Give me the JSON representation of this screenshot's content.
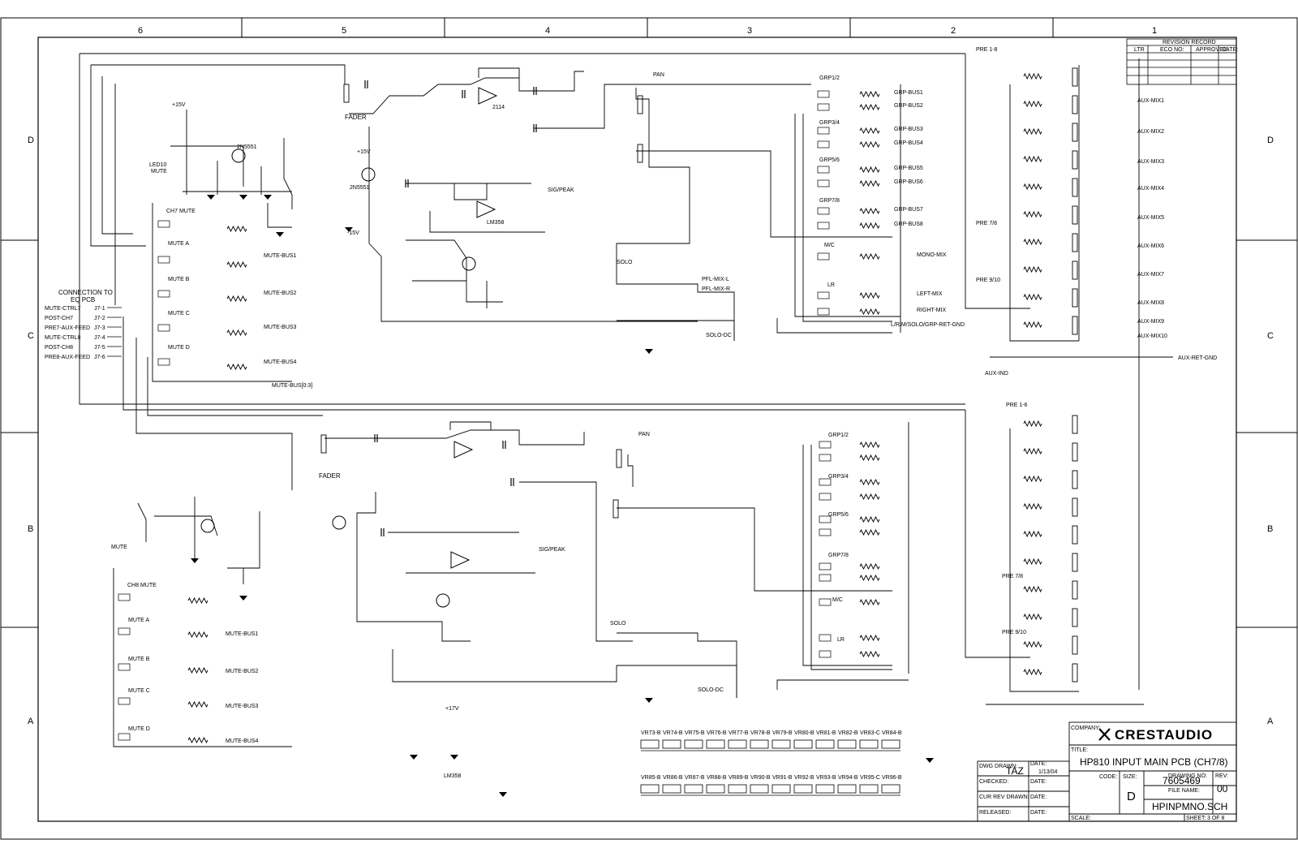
{
  "zones": {
    "cols": [
      "6",
      "5",
      "4",
      "3",
      "2",
      "1"
    ],
    "rows": [
      "D",
      "C",
      "B",
      "A"
    ]
  },
  "ch7": {
    "fader": "FADER",
    "pan": "PAN",
    "solo": "SOLO",
    "mute_title": "CH7 MUTE",
    "mutes": [
      "MUTE A",
      "MUTE B",
      "MUTE C",
      "MUTE D"
    ],
    "mute_outs": [
      "MUTE-BUS1",
      "MUTE-BUS2",
      "MUTE-BUS3",
      "MUTE-BUS4"
    ],
    "mute_bus": "MUTE-BUS[0:3]",
    "led": "LED10",
    "led_mute": "MUTE",
    "transistor": "2N5551",
    "opamp": "LM358",
    "ic": "2114",
    "sig_peak": "SIG/PEAK",
    "pre18": "PRE 1-8",
    "pre78": "PRE 7/8",
    "pre910": "PRE 9/10",
    "grp": [
      "GRP1/2",
      "GRP3/4",
      "GRP5/6",
      "GRP7/8",
      "M/C",
      "LR"
    ],
    "grp_outs": [
      "GRP-BUS1",
      "GRP-BUS2",
      "GRP-BUS3",
      "GRP-BUS4",
      "GRP-BUS5",
      "GRP-BUS6",
      "GRP-BUS7",
      "GRP-BUS8",
      "MONO-MIX",
      "LEFT-MIX",
      "RIGHT-MIX"
    ],
    "aux_outs": [
      "AUX-MIX1",
      "AUX-MIX2",
      "AUX-MIX3",
      "AUX-MIX4",
      "AUX-MIX5",
      "AUX-MIX6",
      "AUX-MIX7",
      "AUX-MIX8",
      "AUX-MIX9",
      "AUX-MIX10"
    ],
    "pfl": [
      "PFL-MIX-L",
      "PFL-MIX-R"
    ],
    "solo_out": "SOLO-DC",
    "lrm": "L/R/M/SOLO/GRP-RET-GND",
    "aux_ret": "AUX-RET-GND"
  },
  "ch8": {
    "fader": "FADER",
    "pan": "PAN",
    "solo": "SOLO",
    "mute_title": "CH8 MUTE",
    "mutes": [
      "MUTE A",
      "MUTE B",
      "MUTE C",
      "MUTE D"
    ],
    "mute_outs": [
      "MUTE-BUS1",
      "MUTE-BUS2",
      "MUTE-BUS3",
      "MUTE-BUS4"
    ],
    "led_mute": "MUTE",
    "sig_peak": "SIG/PEAK",
    "pre16": "PRE 1-6",
    "pre78": "PRE 7/8",
    "pre910": "PRE 9/10",
    "grp": [
      "GRP1/2",
      "GRP3/4",
      "GRP5/6",
      "GRP7/8",
      "M/C",
      "LR"
    ],
    "solo_out": "SOLO-DC"
  },
  "connection": {
    "title1": "CONNECTION TO",
    "title2": "EQ PCB",
    "pins": [
      "MUTE-CTRL7",
      "POST-CH7",
      "PRE7-AUX-FEED",
      "MUTE-CTRL8",
      "POST-CH8",
      "PRE8-AUX-FEED"
    ],
    "refs": [
      "J7-1",
      "J7-2",
      "J7-3",
      "J7-4",
      "J7-5",
      "J7-6"
    ]
  },
  "revision": {
    "title": "REVISION RECORD",
    "cols": [
      "LTR",
      "ECO NO:",
      "APPROVED:",
      "DATE:"
    ]
  },
  "pots_row1": [
    "VR73-B",
    "VR74-B",
    "VR75-B",
    "VR76-B",
    "VR77-B",
    "VR78-B",
    "VR79-B",
    "VR80-B",
    "VR81-B",
    "VR82-B",
    "VR83-C",
    "VR84-B"
  ],
  "pots_row2": [
    "VR85-B",
    "VR86-B",
    "VR87-B",
    "VR88-B",
    "VR89-B",
    "VR90-B",
    "VR91-B",
    "VR92-B",
    "VR93-B",
    "VR94-B",
    "VR95-C",
    "VR96-B"
  ],
  "title_block": {
    "company_label": "COMPANY:",
    "company": "CRESTAUDIO",
    "title_label": "TITLE:",
    "title": "HP810 INPUT MAIN PCB (CH7/8)",
    "drawn_label": "DWG DRAWN:",
    "drawn": "TAZ",
    "date_label": "DATE:",
    "date": "1/13/04",
    "checked_label": "CHECKED:",
    "curr_rev_label": "CUR REV DRAWN:",
    "released_label": "RELEASED:",
    "code_label": "CODE:",
    "size_label": "SIZE:",
    "size": "D",
    "drawing_no_label": "DRAWING NO:",
    "drawing_no": "7605469",
    "rev_label": "REV:",
    "rev": "00",
    "file_label": "FILE NAME:",
    "file": "HPINPMNO.SCH",
    "scale_label": "SCALE:",
    "sheet_label": "SHEET:",
    "sheet": "3 OF 8"
  },
  "misc": {
    "lm358": "LM358",
    "plus15": "+15V",
    "minus15": "-15V",
    "plus17": "+17V",
    "aux_ind": "AUX-IND"
  }
}
